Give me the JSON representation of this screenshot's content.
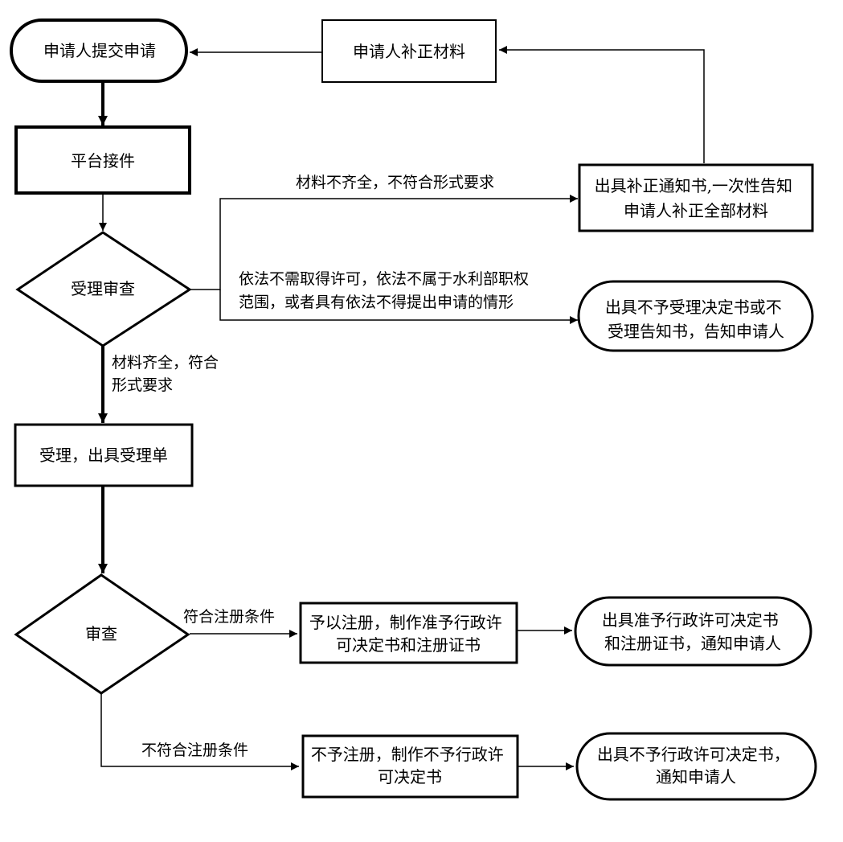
{
  "nodes": {
    "start": {
      "lines": [
        "申请人提交申请"
      ]
    },
    "supplement": {
      "lines": [
        "申请人补正材料"
      ]
    },
    "receive": {
      "lines": [
        "平台接件"
      ]
    },
    "notice": {
      "lines": [
        "出具补正通知书,一次性告知",
        "申请人补正全部材料"
      ]
    },
    "review": {
      "lines": [
        "受理审查"
      ]
    },
    "reject": {
      "lines": [
        "出具不予受理决定书或不",
        "受理告知书，告知申请人"
      ]
    },
    "accept": {
      "lines": [
        "受理，出具受理单"
      ]
    },
    "exam": {
      "lines": [
        "审查"
      ]
    },
    "register": {
      "lines": [
        "予以注册，制作准予行政许",
        "可决定书和注册证书"
      ]
    },
    "approve_end": {
      "lines": [
        "出具准予行政许可决定书",
        "和注册证书，通知申请人"
      ]
    },
    "deny_register": {
      "lines": [
        "不予注册，制作不予行政许",
        "可决定书"
      ]
    },
    "deny_end": {
      "lines": [
        "出具不予行政许可决定书，",
        "通知申请人"
      ]
    }
  },
  "edges": {
    "incomplete": {
      "lines": [
        "材料不齐全，不符合形式要求"
      ]
    },
    "out_of_scope": {
      "lines": [
        "依法不需取得许可，依法不属于水利部职权",
        "范围，或者具有依法不得提出申请的情形"
      ]
    },
    "complete": {
      "lines": [
        "材料齐全，符合",
        "形式要求"
      ]
    },
    "qualified": {
      "lines": [
        "符合注册条件"
      ]
    },
    "unqualified": {
      "lines": [
        "不符合注册条件"
      ]
    }
  }
}
